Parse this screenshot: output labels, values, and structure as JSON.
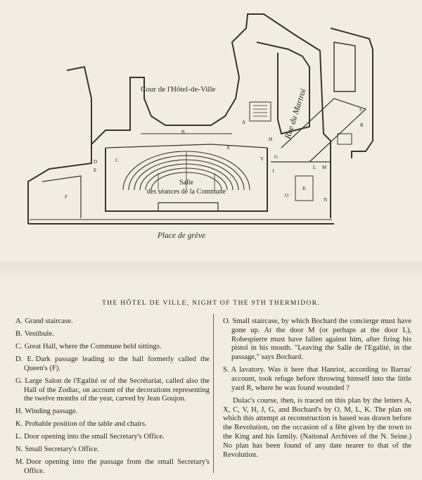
{
  "plan": {
    "courtyard_label": "Cour de l'Hôtel-de-Ville",
    "street_label": "Rue du Martroi",
    "hall_label_1": "Salle",
    "hall_label_2": "des séances de la Commune",
    "square_label": "Place  de  grève",
    "letters": {
      "A": "A",
      "B": "B",
      "C": "C",
      "D": "D",
      "E": "E",
      "F": "F",
      "G": "G",
      "H": "H",
      "J": "J",
      "K": "K",
      "L": "L",
      "M": "M",
      "N": "N",
      "O": "O",
      "R": "R",
      "S": "S",
      "V": "V",
      "X": "X"
    }
  },
  "caption": "THE HÔTEL DE VILLE, NIGHT OF THE 9TH THERMIDOR.",
  "legend_left": [
    {
      "key": "A.",
      "text": "Grand staircase."
    },
    {
      "key": "B.",
      "text": "Vestibule."
    },
    {
      "key": "C.",
      "text": "Great Hall, where the Commune held sittings."
    },
    {
      "key": "D. E.",
      "text": "Dark passage leading to the hall formerly called the Queen's (F)."
    },
    {
      "key": "G.",
      "text": "Large Salon de l'Egalité or of the Secrétariat, called also the Hall of the Zodiac, on account of the decorations representing the twelve months of the year, carved by Jean Goujon."
    },
    {
      "key": "H.",
      "text": "Winding passage."
    },
    {
      "key": "K.",
      "text": "Probable position of the table and chairs."
    },
    {
      "key": "L.",
      "text": "Door opening into the small Secretary's Office."
    },
    {
      "key": "N.",
      "text": "Small Secretary's Office."
    },
    {
      "key": "M.",
      "text": "Door opening into the passage from the small Secretary's Office."
    }
  ],
  "legend_right": [
    {
      "key": "O.",
      "text": "Small staircase, by which Bochard the concierge must have gone up. At the door M (or perhaps at the door L), Robespierre must have fallen against him, after firing his pistol in his mouth. \"Leaving the Salle de l'Egalité, in the passage,\" says Bochard."
    },
    {
      "key": "S.",
      "text": "A lavatory. Was it here that Hanriot, according to Barras' account, took refuge before throwing himself into the little yard R, where he was found wounded ?"
    }
  ],
  "note": "Dulac's course, then, is traced on this plan by the letters A, X, C, V, H, J, G, and Bochard's by O, M, L, K. The plan on which this attempt at reconstruction is based was drawn before the Revolution, on the occasion of a fête given by the town to the King and his family. (National Archives of the N. Seine.) No plan has been found of any date nearer to that of the Revolution."
}
